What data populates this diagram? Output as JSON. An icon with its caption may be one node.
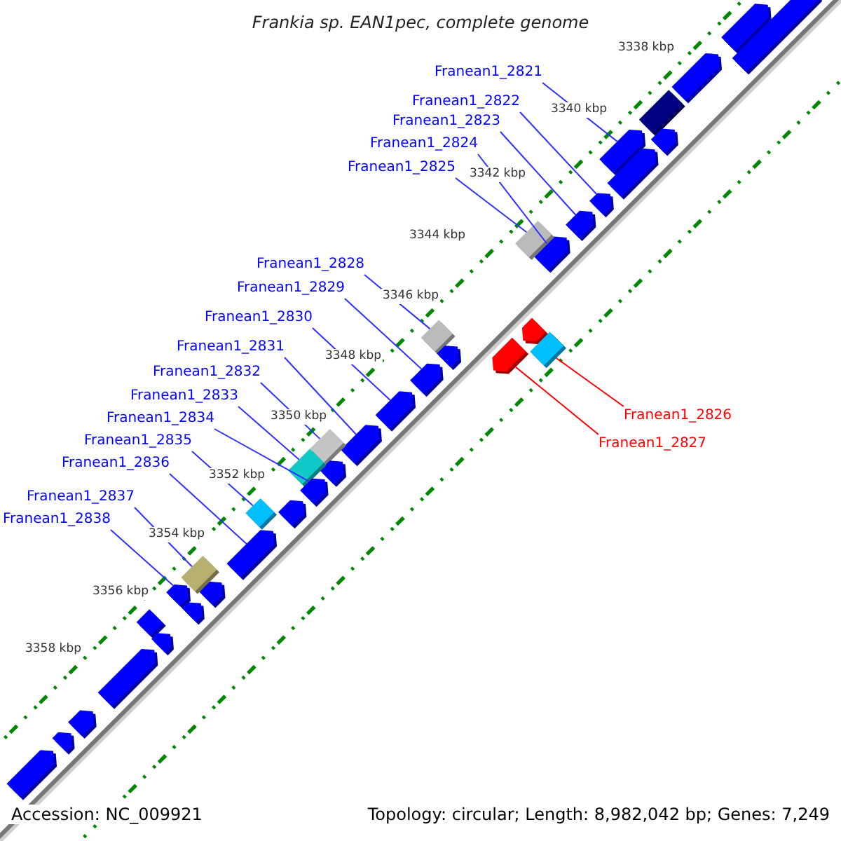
{
  "diagram": {
    "title": "Frankia sp. EAN1pec, complete genome",
    "nodes": [
      {
        "text": [
          "Franean1_2821"
        ]
      },
      {
        "text": [
          "Franean1_2822"
        ]
      },
      {
        "text": [
          "Franean1_2823"
        ]
      },
      {
        "text": [
          "Franean1_2824"
        ]
      },
      {
        "text": [
          "Franean1_2825"
        ]
      },
      {
        "text": [
          "Franean1_2826"
        ]
      },
      {
        "text": [
          "Franean1_2827"
        ]
      },
      {
        "text": [
          "Franean1_2828"
        ]
      },
      {
        "text": [
          "Franean1_2829"
        ]
      },
      {
        "text": [
          "Franean1_2830"
        ]
      },
      {
        "text": [
          "Franean1_2831"
        ]
      },
      {
        "text": [
          "Franean1_2832"
        ]
      },
      {
        "text": [
          "Franean1_2833"
        ]
      },
      {
        "text": [
          "Franean1_2834"
        ]
      },
      {
        "text": [
          "Franean1_2835"
        ]
      },
      {
        "text": [
          "Franean1_2836"
        ]
      },
      {
        "text": [
          "Franean1_2837"
        ]
      },
      {
        "text": [
          "Franean1_2838"
        ]
      },
      {
        "text": [],
        "shape": "arrow"
      },
      {
        "text": [],
        "shape": "arrow"
      },
      {
        "text": [],
        "shape": "arrow"
      },
      {
        "text": [],
        "shape": "box"
      },
      {
        "text": [],
        "shape": "arrow"
      },
      {
        "text": [],
        "shape": "arrow"
      },
      {
        "text": [],
        "shape": "arrow"
      },
      {
        "text": [],
        "shape": "arrow"
      },
      {
        "text": [],
        "shape": "arrow"
      },
      {
        "text": [],
        "shape": "arrow"
      },
      {
        "text": [],
        "shape": "box"
      },
      {
        "text": [],
        "shape": "arrow"
      },
      {
        "text": [],
        "shape": "box"
      },
      {
        "text": [],
        "shape": "arrow"
      },
      {
        "text": [],
        "shape": "box"
      },
      {
        "text": [],
        "shape": "arrow"
      },
      {
        "text": [],
        "shape": "arrow"
      },
      {
        "text": [],
        "shape": "arrow"
      },
      {
        "text": [],
        "shape": "arrow"
      },
      {
        "text": [],
        "shape": "box"
      },
      {
        "text": [],
        "shape": "arrow"
      },
      {
        "text": [],
        "shape": "box"
      },
      {
        "text": [],
        "shape": "arrow"
      },
      {
        "text": [],
        "shape": "arrow"
      },
      {
        "text": [],
        "shape": "box"
      },
      {
        "text": [],
        "shape": "arrow"
      },
      {
        "text": [],
        "shape": "arrow"
      },
      {
        "text": [],
        "shape": "box"
      },
      {
        "text": [],
        "shape": "arrow"
      },
      {
        "text": [],
        "shape": "arrow"
      },
      {
        "text": [],
        "shape": "box"
      },
      {
        "text": [],
        "shape": "arrow"
      },
      {
        "text": [],
        "shape": "arrow"
      },
      {
        "text": [],
        "shape": "arrow"
      },
      {
        "text": [],
        "shape": "arrow"
      },
      {
        "text": [],
        "shape": "arrow"
      }
    ],
    "edges": [
      {
        "from": 0,
        "to": 23,
        "arrow": "none"
      },
      {
        "from": 1,
        "to": 25,
        "arrow": "none"
      },
      {
        "from": 2,
        "to": 26,
        "arrow": "none"
      },
      {
        "from": 3,
        "to": 27,
        "arrow": "none"
      },
      {
        "from": 4,
        "to": 28,
        "arrow": "none"
      },
      {
        "from": 5,
        "to": 30,
        "arrow": "none",
        "color": "#ff0000"
      },
      {
        "from": 6,
        "to": 31,
        "arrow": "none",
        "color": "#ff0000"
      },
      {
        "from": 7,
        "to": 32,
        "arrow": "none"
      },
      {
        "from": 8,
        "to": 34,
        "arrow": "none"
      },
      {
        "from": 9,
        "to": 35,
        "arrow": "none"
      },
      {
        "from": 10,
        "to": 36,
        "arrow": "none"
      },
      {
        "from": 11,
        "to": 37,
        "arrow": "none"
      },
      {
        "from": 12,
        "to": 39,
        "arrow": "none"
      },
      {
        "from": 13,
        "to": 40,
        "arrow": "none"
      },
      {
        "from": 14,
        "to": 42,
        "arrow": "none"
      },
      {
        "from": 15,
        "to": 43,
        "arrow": "none"
      },
      {
        "from": 16,
        "to": 45,
        "arrow": "none"
      },
      {
        "from": 17,
        "to": 46,
        "arrow": "none"
      }
    ],
    "labels": [
      "3338 kbp",
      "3340 kbp",
      "3342 kbp",
      "3344 kbp",
      "3346 kbp",
      "3348 kbp",
      "3350 kbp",
      "3352 kbp",
      "3354 kbp",
      "3356 kbp",
      "3358 kbp",
      "Accession: NC_009921",
      "Topology: circular; Length: 8,982,042 bp; Genes: 7,249"
    ]
  }
}
